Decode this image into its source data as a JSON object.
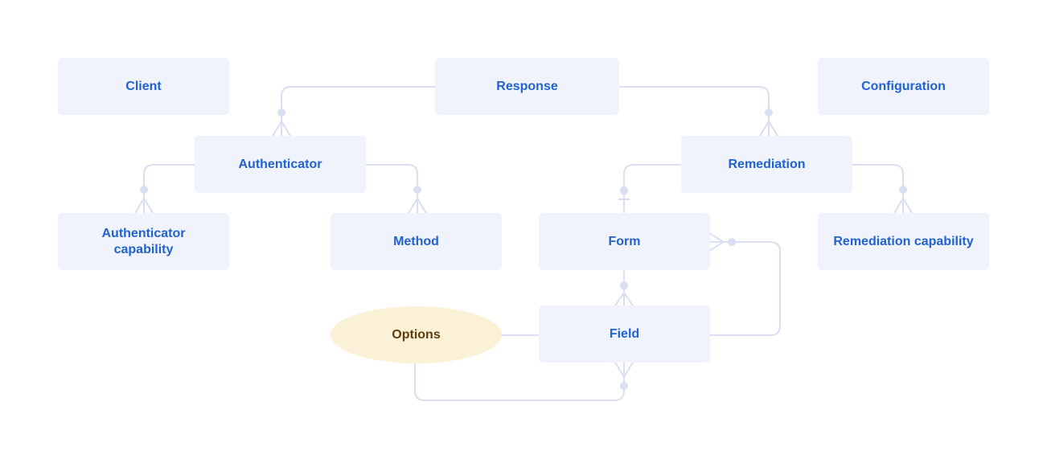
{
  "diagram": {
    "colors": {
      "box_fill": "#f0f3fc",
      "box_text": "#1f62d0",
      "option_fill": "#fbf1d6",
      "option_text": "#5f3d10",
      "connector": "#d9def3"
    },
    "nodes": {
      "client": "Client",
      "response": "Response",
      "configuration": "Configuration",
      "authenticator": "Authenticator",
      "remediation": "Remediation",
      "authenticator_capability": "Authenticator capability",
      "method": "Method",
      "form": "Form",
      "remediation_capability": "Remediation capability",
      "options": "Options",
      "field": "Field"
    }
  }
}
